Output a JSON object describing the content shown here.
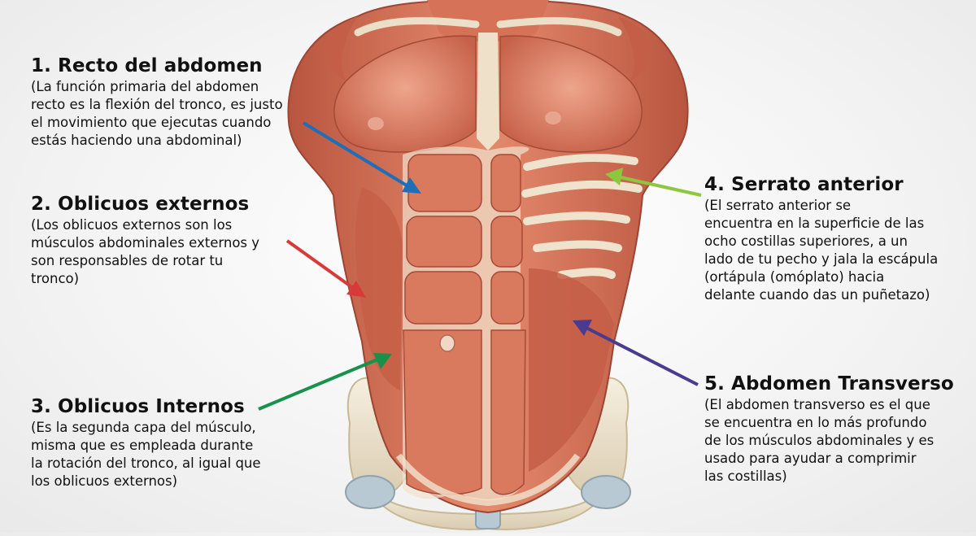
{
  "colors": {
    "arrow_recto": "#1e6fb8",
    "arrow_oblicuos_externos": "#d8393a",
    "arrow_oblicuos_internos": "#16924a",
    "arrow_serrato": "#8dc63f",
    "arrow_transverso": "#4b3b8f",
    "muscle": "#d9795f",
    "muscle_dark": "#b4503d",
    "tendon": "#f2e6d6",
    "bone": "#ece2cc"
  },
  "labels": [
    {
      "title": "1. Recto del abdomen",
      "description": "(La función primaria del abdomen\nrecto es la flexión del tronco, es justo\nel movimiento que ejecutas cuando\nestás haciendo una abdominal)"
    },
    {
      "title": "2. Oblicuos externos",
      "description": "(Los oblicuos externos son los\nmúsculos abdominales externos y\nson responsables de rotar tu\ntronco)"
    },
    {
      "title": "3. Oblicuos Internos",
      "description": "(Es la segunda capa del músculo,\nmisma que es empleada durante\nla rotación del tronco, al igual que\nlos oblicuos externos)"
    },
    {
      "title": "4. Serrato anterior",
      "description": "(El serrato anterior se\nencuentra en la superficie de las\nocho costillas superiores, a un\nlado de tu pecho y jala la escápula\n(ortápula (omóplato) hacia\ndelante cuando das un puñetazo)"
    },
    {
      "title": "5. Abdomen Transverso",
      "description": "(El abdomen transverso es el que\nse encuentra en lo más profundo\nde los músculos abdominales y es\nusado para ayudar a comprimir\nlas costillas)"
    }
  ]
}
